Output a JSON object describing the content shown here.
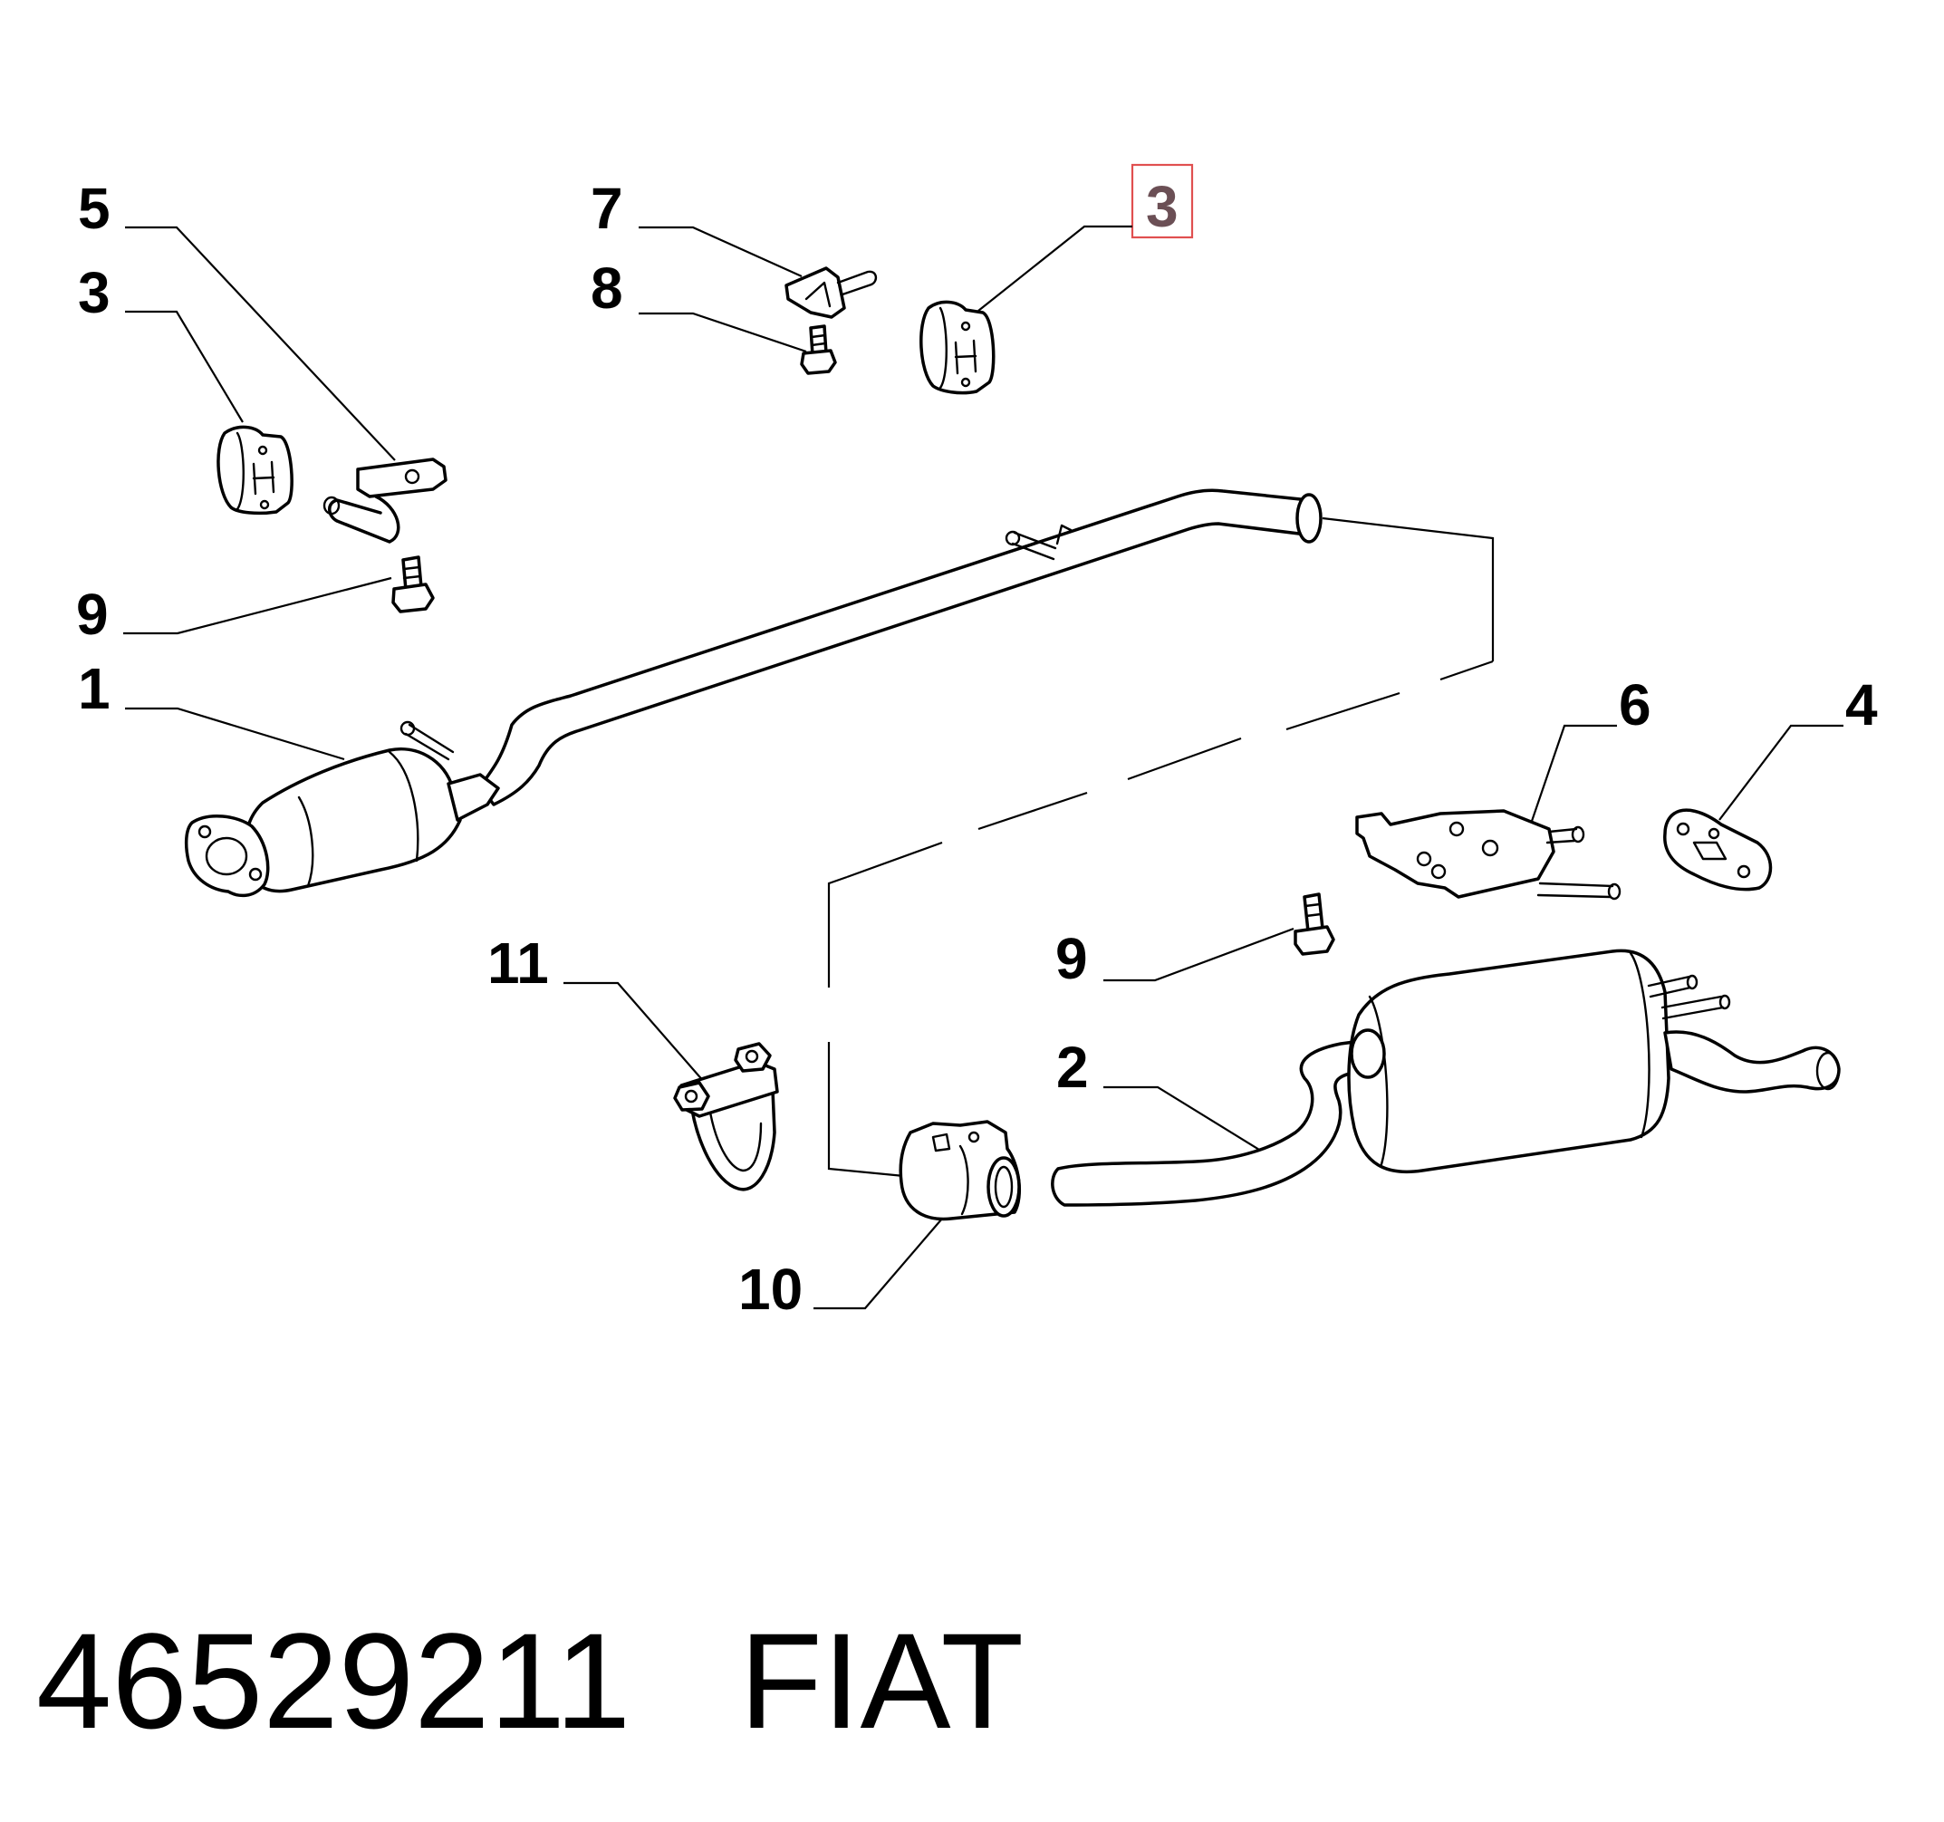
{
  "callouts": {
    "c5": "5",
    "c3_left": "3",
    "c7": "7",
    "c8": "8",
    "c3_top": "3",
    "c9_left": "9",
    "c1": "1",
    "c6": "6",
    "c4": "4",
    "c11": "11",
    "c9_right": "9",
    "c2": "2",
    "c10": "10"
  },
  "highlighted_callout": "c3_top",
  "highlight_color": "#e05050",
  "footer": {
    "part_number": "46529211",
    "brand": "FIAT"
  }
}
